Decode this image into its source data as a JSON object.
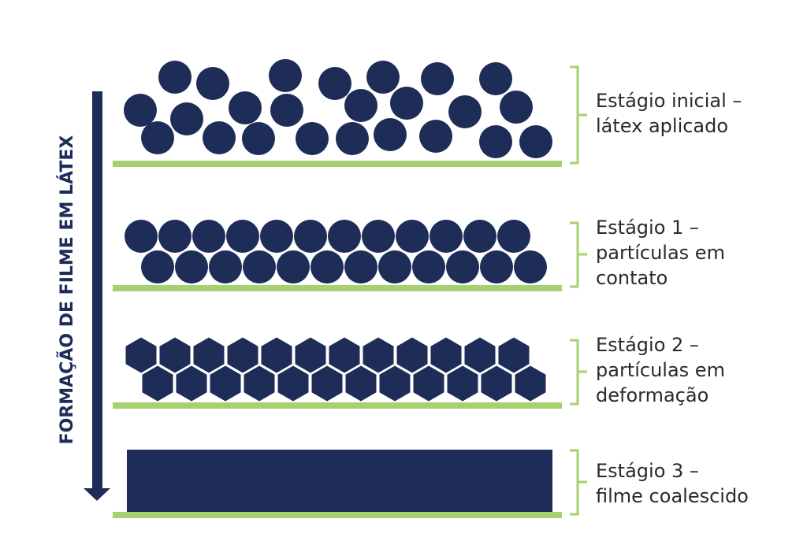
{
  "diagram": {
    "axis_label": "FORMAÇÃO DE FILME EM LÁTEX",
    "colors": {
      "particle": "#1e2c58",
      "base": "#a6d170",
      "bracket": "#a6d170",
      "arrow": "#1e2c58",
      "text": "#2a2a2a"
    },
    "stages": [
      {
        "id": "initial",
        "particle_shape": "circle",
        "lines": [
          "Estágio inicial –",
          "látex aplicado"
        ]
      },
      {
        "id": "stage-1",
        "particle_shape": "circle",
        "lines": [
          "Estágio 1 –",
          "partículas em",
          "contato"
        ]
      },
      {
        "id": "stage-2",
        "particle_shape": "hexagon",
        "lines": [
          "Estágio 2 –",
          "partículas em",
          "deformação"
        ]
      },
      {
        "id": "stage-3",
        "particle_shape": "film",
        "lines": [
          "Estágio 3 –",
          "filme coalescido"
        ]
      }
    ]
  }
}
